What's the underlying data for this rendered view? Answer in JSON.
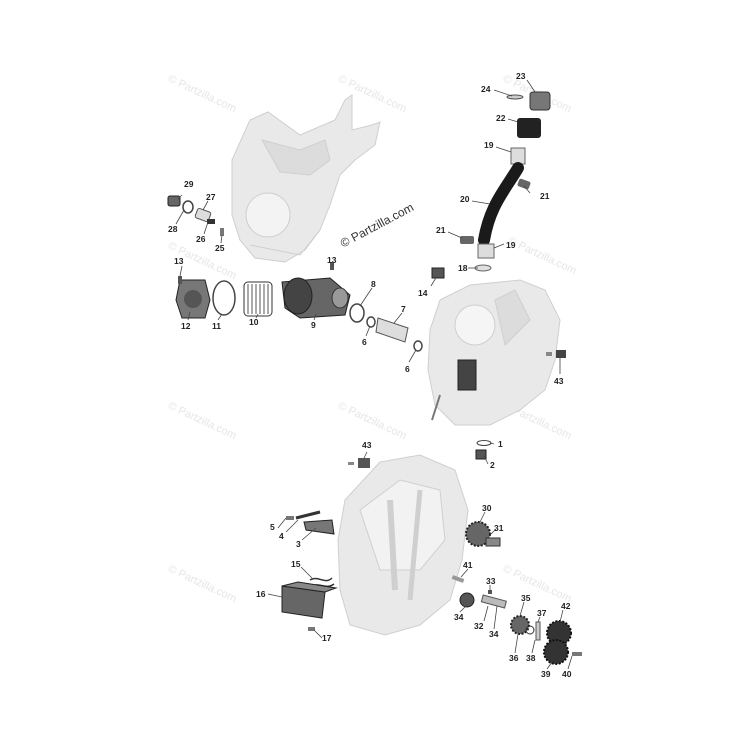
{
  "brand": "© Partzilla.com",
  "watermark": "© Partzilla.com",
  "labels": {
    "l1": "1",
    "l2": "2",
    "l3": "3",
    "l4": "4",
    "l5": "5",
    "l6a": "6",
    "l6b": "6",
    "l7": "7",
    "l8": "8",
    "l9": "9",
    "l10": "10",
    "l11": "11",
    "l12": "12",
    "l13a": "13",
    "l13b": "13",
    "l14": "14",
    "l15": "15",
    "l16": "16",
    "l17": "17",
    "l18": "18",
    "l19a": "19",
    "l19b": "19",
    "l20": "20",
    "l21a": "21",
    "l21b": "21",
    "l22": "22",
    "l23": "23",
    "l24": "24",
    "l25": "25",
    "l26": "26",
    "l27": "27",
    "l28": "28",
    "l29": "29",
    "l30": "30",
    "l31": "31",
    "l32": "32",
    "l33": "33",
    "l34a": "34",
    "l34b": "34",
    "l35": "35",
    "l36": "36",
    "l37": "37",
    "l38": "38",
    "l39": "39",
    "l40": "40",
    "l41": "41",
    "l42": "42",
    "l43a": "43",
    "l43b": "43"
  }
}
